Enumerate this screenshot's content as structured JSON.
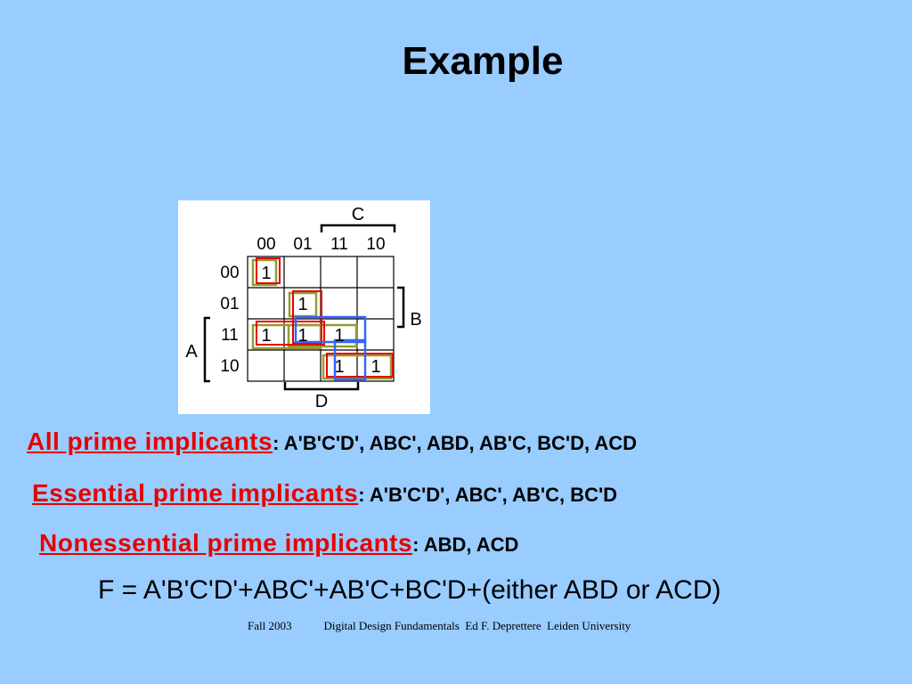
{
  "slide": {
    "title": "Example",
    "kmap": {
      "var_c": "C",
      "var_b": "B",
      "var_a": "A",
      "var_d": "D",
      "col_headers": [
        "00",
        "01",
        "11",
        "10"
      ],
      "row_headers": [
        "00",
        "01",
        "11",
        "10"
      ],
      "cells": [
        [
          "1",
          "",
          "",
          ""
        ],
        [
          "",
          "1",
          "",
          ""
        ],
        [
          "1",
          "1",
          "1",
          ""
        ],
        [
          "",
          "",
          "1",
          "1"
        ]
      ],
      "loop_colors": {
        "red": "#e60000",
        "olive": "#999933",
        "blue": "#3366ff"
      }
    },
    "lines": [
      {
        "lead": "All prime implicants",
        "rest": ": A'B'C'D', ABC', ABD, AB'C, BC'D, ACD"
      },
      {
        "lead": "Essential prime implicants",
        "rest": ": A'B'C'D', ABC', AB'C, BC'D"
      },
      {
        "lead": "Nonessential prime implicants",
        "rest": ": ABD, ACD"
      }
    ],
    "formula": "F = A'B'C'D'+ABC'+AB'C+BC'D+(either ABD or ACD)",
    "footer": {
      "term": "Fall 2003",
      "course": "Digital Design Fundamentals  Ed F. Deprettere  Leiden University"
    }
  }
}
